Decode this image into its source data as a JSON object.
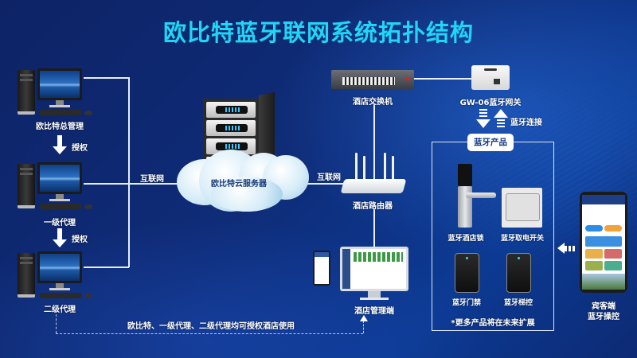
{
  "title": "欧比特蓝牙联网系统拓扑结构",
  "colors": {
    "title": "#1fd6f6",
    "background": "#0f2a6e",
    "line": "#e8eef8",
    "pill_text": "#163a88"
  },
  "left_chain": {
    "nodes": [
      {
        "label": "欧比特总管理",
        "icon": "desktop-computer"
      },
      {
        "label": "一级代理",
        "icon": "desktop-computer"
      },
      {
        "label": "二级代理",
        "icon": "desktop-computer"
      }
    ],
    "arrow_labels": [
      "授权",
      "授权"
    ]
  },
  "cloud": {
    "label": "欧比特云服务器",
    "icon": "cloud-server"
  },
  "edges": {
    "internet_left": "互联网",
    "internet_right": "互联网"
  },
  "hotel": {
    "switch": {
      "label": "酒店交换机",
      "icon": "network-switch"
    },
    "router": {
      "label": "酒店路由器",
      "icon": "wifi-router"
    },
    "management": {
      "label": "酒店管理端",
      "icon": "monitor-and-phone"
    }
  },
  "gateway": {
    "label": "GW-06蓝牙网关",
    "icon": "bluetooth-gateway",
    "link_label": "蓝牙连接"
  },
  "products": {
    "heading": "蓝牙产品",
    "items": [
      {
        "label": "蓝牙酒店锁",
        "icon": "door-lock"
      },
      {
        "label": "蓝牙取电开关",
        "icon": "power-switch"
      },
      {
        "label": "蓝牙门禁",
        "icon": "access-reader"
      },
      {
        "label": "蓝牙梯控",
        "icon": "elevator-reader"
      }
    ],
    "note": "*更多产品将在未来扩展"
  },
  "guest": {
    "label_line1": "宾客端",
    "label_line2": "蓝牙操控",
    "icon": "smartphone"
  },
  "footer_note": "欧比特、一级代理、二级代理均可授权酒店使用"
}
